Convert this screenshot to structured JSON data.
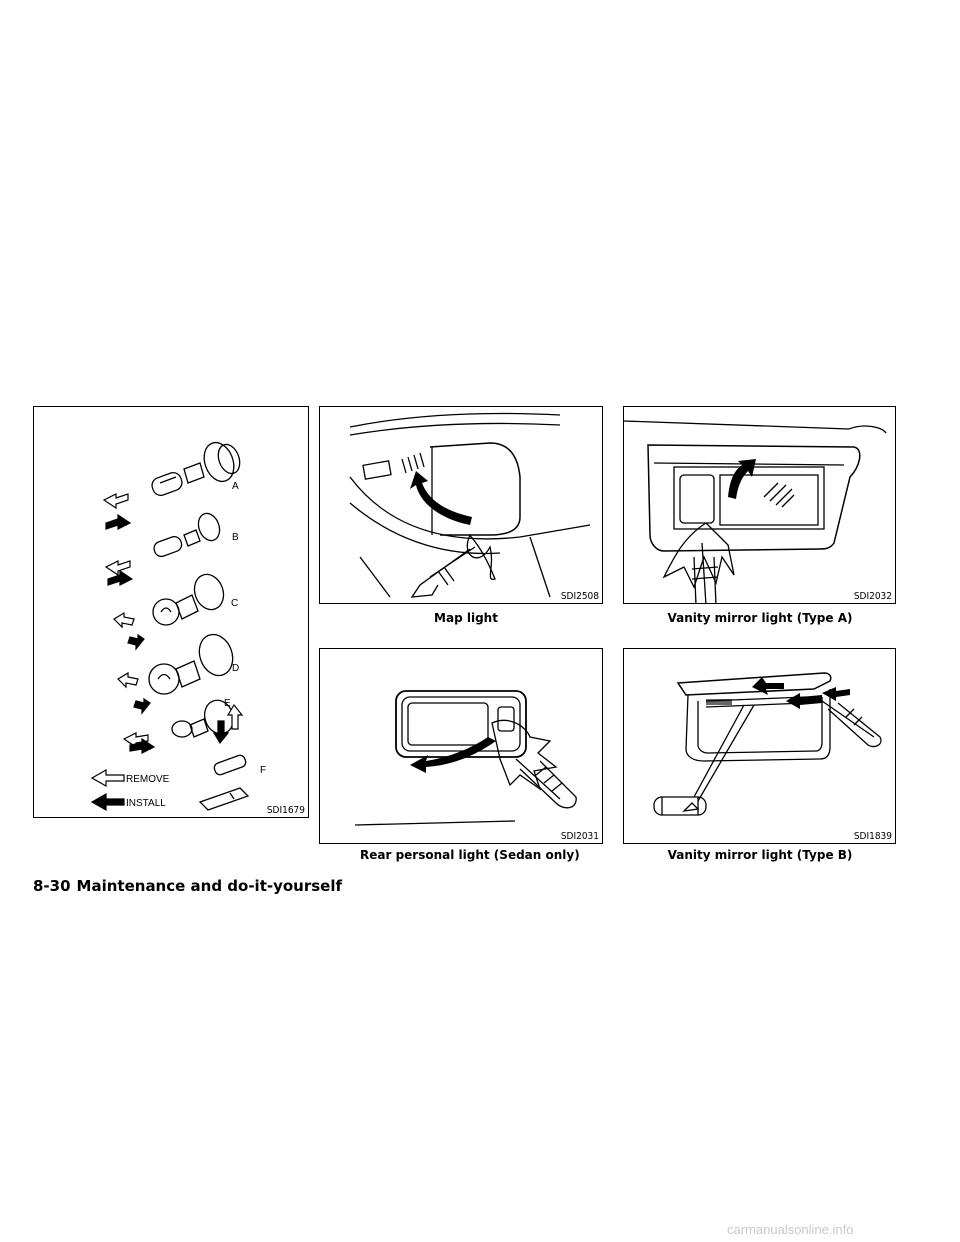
{
  "figures": [
    {
      "id": "bulbs",
      "code": "SDI1679",
      "labels": [
        "A",
        "B",
        "C",
        "D",
        "E",
        "F"
      ],
      "legend": {
        "remove": "REMOVE",
        "install": "INSTALL"
      }
    },
    {
      "id": "map-light",
      "code": "SDI2508",
      "caption": "Map light"
    },
    {
      "id": "vanity-a",
      "code": "SDI2032",
      "caption": "Vanity mirror light (Type A)"
    },
    {
      "id": "rear-personal",
      "code": "SDI2031",
      "caption": "Rear personal light (Sedan only)"
    },
    {
      "id": "vanity-b",
      "code": "SDI1839",
      "caption": "Vanity mirror light (Type B)"
    }
  ],
  "footer": {
    "page_number": "8-30",
    "section_title": "Maintenance and do-it-yourself"
  },
  "watermark": "carmanualsonline.info"
}
